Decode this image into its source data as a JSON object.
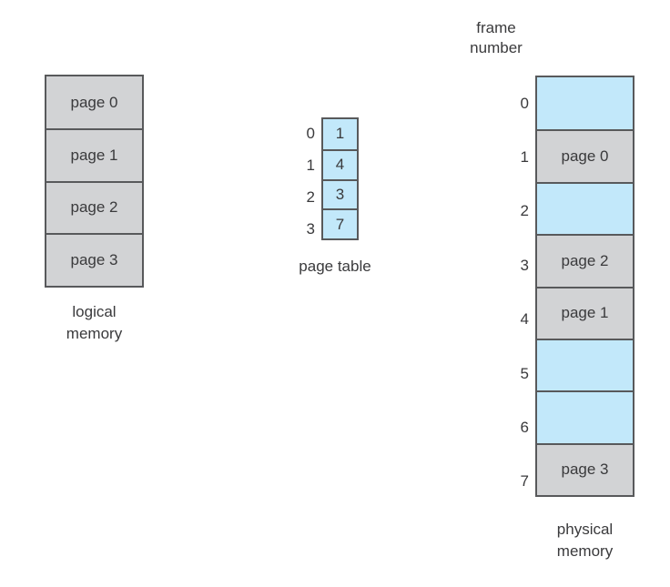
{
  "colors": {
    "cell_gray": "#d2d3d5",
    "cell_blue": "#c2e8fa",
    "border": "#58595b",
    "text": "#3a3a3c",
    "background": "#ffffff"
  },
  "logical_memory": {
    "cells": [
      "page 0",
      "page 1",
      "page 2",
      "page 3"
    ],
    "label_line1": "logical",
    "label_line2": "memory"
  },
  "page_table": {
    "label": "page table",
    "rows": [
      {
        "index": "0",
        "value": "1"
      },
      {
        "index": "1",
        "value": "4"
      },
      {
        "index": "2",
        "value": "3"
      },
      {
        "index": "3",
        "value": "7"
      }
    ]
  },
  "physical_memory": {
    "header_line1": "frame",
    "header_line2": "number",
    "label_line1": "physical",
    "label_line2": "memory",
    "frames": [
      {
        "number": "0",
        "content": "",
        "state": "free"
      },
      {
        "number": "1",
        "content": "page 0",
        "state": "used"
      },
      {
        "number": "2",
        "content": "",
        "state": "free"
      },
      {
        "number": "3",
        "content": "page 2",
        "state": "used"
      },
      {
        "number": "4",
        "content": "page 1",
        "state": "used"
      },
      {
        "number": "5",
        "content": "",
        "state": "free"
      },
      {
        "number": "6",
        "content": "",
        "state": "free"
      },
      {
        "number": "7",
        "content": "page 3",
        "state": "used"
      }
    ]
  }
}
